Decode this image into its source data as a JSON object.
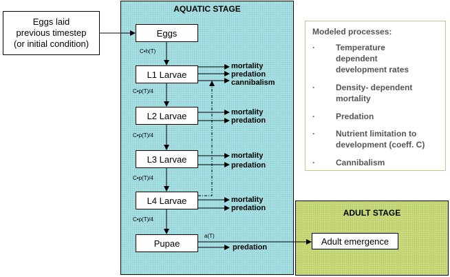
{
  "input": {
    "line1": "Eggs laid",
    "line2": "previous timestep",
    "line3": "(or initial condition)"
  },
  "aquatic": {
    "title": "AQUATIC STAGE",
    "stages": [
      "Eggs",
      "L1 Larvae",
      "L2 Larvae",
      "L3 Larvae",
      "L4 Larvae",
      "Pupae"
    ],
    "rates": [
      "C•h(T)",
      "C•p(T)/4",
      "C•p(T)/4",
      "C•p(T)/4",
      "C•p(T)/4"
    ],
    "pupae_rate": "a(T)",
    "outcomes": {
      "l1": [
        "mortality",
        "predation",
        "cannibalism"
      ],
      "l2": [
        "mortality",
        "predation"
      ],
      "l3": [
        "mortality",
        "predation"
      ],
      "l4": [
        "mortality",
        "predation"
      ],
      "pupae": [
        "predation"
      ]
    }
  },
  "adult": {
    "title": "ADULT STAGE",
    "box": "Adult emergence"
  },
  "processes": {
    "title": "Modeled processes:",
    "bullet": "·",
    "items": [
      {
        "lines": [
          "Temperature",
          "dependent",
          "development rates"
        ]
      },
      {
        "lines": [
          "Density- dependent",
          "mortality"
        ]
      },
      {
        "lines": [
          "Predation"
        ]
      },
      {
        "lines": [
          "Nutrient limitation to",
          "development (coeff. C)"
        ]
      },
      {
        "lines": [
          "Cannibalism"
        ]
      }
    ]
  }
}
